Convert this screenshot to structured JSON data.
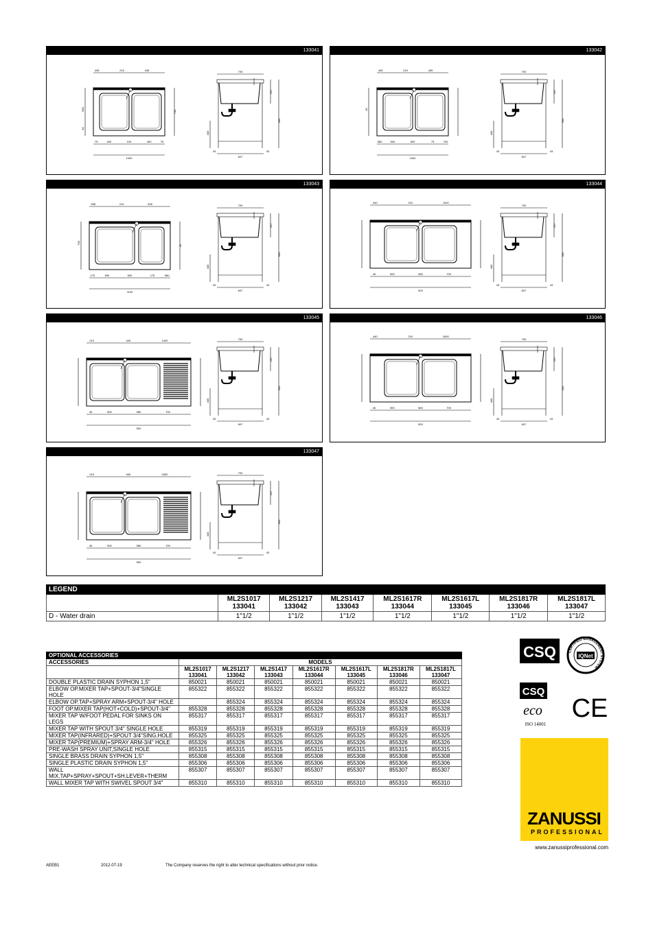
{
  "panels": [
    {
      "code": "133041",
      "plan_dims": [
        "445",
        "210",
        "445",
        "1000",
        "400",
        "100",
        "400",
        "75",
        "75",
        "580",
        "700",
        "45"
      ],
      "side_dims": [
        "700",
        "297",
        "440",
        "900",
        "43",
        "607"
      ]
    },
    {
      "code": "133042",
      "plan_dims": [
        "445",
        "210",
        "445",
        "1000",
        "500",
        "500",
        "75",
        "580",
        "700",
        "45"
      ],
      "side_dims": [
        "700",
        "297",
        "440",
        "900",
        "43",
        "607"
      ]
    },
    {
      "code": "133043",
      "plan_dims": [
        "535",
        "210",
        "535",
        "1100",
        "500",
        "500",
        "175",
        "175",
        "580",
        "700",
        "45"
      ],
      "side_dims": [
        "700",
        "297",
        "440",
        "900",
        "43",
        "607"
      ]
    },
    {
      "code": "133044",
      "plan_dims": [
        "440",
        "210",
        "1100",
        "500",
        "500",
        "580",
        "700",
        "45"
      ],
      "side_dims": [
        "700",
        "297",
        "440",
        "900",
        "43",
        "607"
      ]
    },
    {
      "code": "133045",
      "plan_dims": [
        "210",
        "440",
        "1400",
        "500",
        "500",
        "580",
        "700",
        "45"
      ],
      "side_dims": [
        "700",
        "297",
        "440",
        "900",
        "43",
        "607"
      ]
    },
    {
      "code": "133046",
      "plan_dims": [
        "440",
        "210",
        "1600",
        "500",
        "500",
        "580",
        "700",
        "45"
      ],
      "side_dims": [
        "700",
        "297",
        "440",
        "900",
        "43",
        "607"
      ]
    },
    {
      "code": "133047",
      "plan_dims": [
        "210",
        "450",
        "1600",
        "500",
        "500",
        "580",
        "700",
        "45"
      ],
      "side_dims": [
        "700",
        "297",
        "440",
        "900",
        "43",
        "607"
      ]
    }
  ],
  "legend": {
    "title": "LEGEND",
    "models": [
      {
        "model": "ML2S1017",
        "code": "133041"
      },
      {
        "model": "ML2S1217",
        "code": "133042"
      },
      {
        "model": "ML2S1417",
        "code": "133043"
      },
      {
        "model": "ML2S1617R",
        "code": "133044"
      },
      {
        "model": "ML2S1617L",
        "code": "133045"
      },
      {
        "model": "ML2S1817R",
        "code": "133046"
      },
      {
        "model": "ML2S1817L",
        "code": "133047"
      }
    ],
    "row_label": "D - Water drain",
    "row_values": [
      "1\"1/2",
      "1\"1/2",
      "1\"1/2",
      "1\"1/2",
      "1\"1/2",
      "1\"1/2",
      "1\"1/2"
    ]
  },
  "accessories": {
    "title": "OPTIONAL ACCESSORIES",
    "col_header": "ACCESSORIES",
    "models_header": "MODELS",
    "models": [
      {
        "model": "ML2S1017",
        "code": "133041"
      },
      {
        "model": "ML2S1217",
        "code": "133042"
      },
      {
        "model": "ML2S1417",
        "code": "133043"
      },
      {
        "model": "ML2S1617R",
        "code": "133044"
      },
      {
        "model": "ML2S1617L",
        "code": "133045"
      },
      {
        "model": "ML2S1817R",
        "code": "133046"
      },
      {
        "model": "ML2S1817L",
        "code": "133047"
      }
    ],
    "rows": [
      {
        "name": "DOUBLE PLASTIC DRAIN SYPHON 1,5\"",
        "values": [
          "850021",
          "850021",
          "850021",
          "850021",
          "850021",
          "850021",
          "850021"
        ]
      },
      {
        "name": "ELBOW OP.MIXER TAP+SPOUT-3/4\"SINGLE HOLE",
        "values": [
          "855322",
          "855322",
          "855322",
          "855322",
          "855322",
          "855322",
          "855322"
        ]
      },
      {
        "name": "ELBOW OP.TAP+SPRAY ARM+SPOUT-3/4\" HOLE",
        "values": [
          "",
          "855324",
          "855324",
          "855324",
          "855324",
          "855324",
          "855324"
        ]
      },
      {
        "name": "FOOT OP.MIXER TAP(HOT+COLD)+SPOUT-3/4\"",
        "values": [
          "855328",
          "855328",
          "855328",
          "855328",
          "855328",
          "855328",
          "855328"
        ]
      },
      {
        "name": "MIXER TAP W/FOOT PEDAL FOR SINKS ON LEGS",
        "values": [
          "855317",
          "855317",
          "855317",
          "855317",
          "855317",
          "855317",
          "855317"
        ]
      },
      {
        "name": "MIXER TAP WITH SPOUT 3/4\" SINGLE HOLE",
        "values": [
          "855319",
          "855319",
          "855319",
          "855319",
          "855319",
          "855319",
          "855319"
        ]
      },
      {
        "name": "MIXER TAP(INFRARED)+SPOUT 3/4\"SING.HOLE",
        "values": [
          "855325",
          "855325",
          "855325",
          "855325",
          "855325",
          "855325",
          "855325"
        ]
      },
      {
        "name": "MIXER TAP(PREMIUM)+SPRAY ARM-3/4\" HOLE",
        "values": [
          "855326",
          "855326",
          "855326",
          "855326",
          "855326",
          "855326",
          "855326"
        ]
      },
      {
        "name": "PRE-WASH SPRAY UNIT,SINGLE HOLE",
        "values": [
          "855315",
          "855315",
          "855315",
          "855315",
          "855315",
          "855315",
          "855315"
        ]
      },
      {
        "name": "SINGLE BRASS DRAIN SYPHON 1,5\"",
        "values": [
          "855308",
          "855308",
          "855308",
          "855308",
          "855308",
          "855308",
          "855308"
        ]
      },
      {
        "name": "SINGLE PLASTIC DRAIN SYPHON 1,5\"",
        "values": [
          "855306",
          "855306",
          "855306",
          "855306",
          "855306",
          "855306",
          "855306"
        ]
      },
      {
        "name": "WALL MIX.TAP+SPRAY+SPOUT+SH.LEVER+THERM",
        "values": [
          "855307",
          "855307",
          "855307",
          "855307",
          "855307",
          "855307",
          "855307"
        ]
      },
      {
        "name": "WALL MIXER TAP WITH SWIVEL SPOUT 3/4\"",
        "values": [
          "855310",
          "855310",
          "855310",
          "855310",
          "855310",
          "855310",
          "855310"
        ]
      }
    ]
  },
  "certs": {
    "csq": "CSQ",
    "iqnet": "IQNet",
    "iqnet_ring": "CERTIFIED MANAGEMENT SYSTEM",
    "eco": "eco",
    "iso": "ISO 14001",
    "ce": "CE"
  },
  "brand": {
    "name": "ZANUSSI",
    "sub": "PROFESSIONAL",
    "url": "www.zanussiprofessional.com",
    "color": "#fcd20d"
  },
  "footer": {
    "code": "AEEB1",
    "date": "2012-07-19",
    "notice": "The Company reserves the right to alter technical specifications without prior notice."
  }
}
